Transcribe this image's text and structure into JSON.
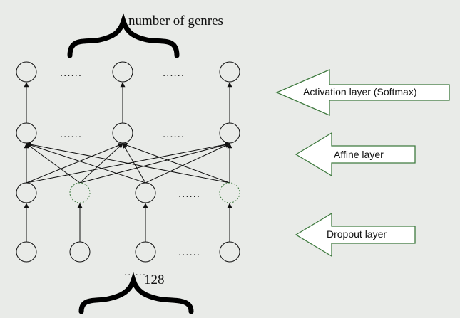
{
  "labels": {
    "top_brace": "number of genres",
    "bottom_brace": "128"
  },
  "ellipsis": {
    "row": "......",
    "below_input": "......"
  },
  "layer_arrows": [
    {
      "label": "Activation layer (Softmax)"
    },
    {
      "label": "Affine layer"
    },
    {
      "label": "Dropout layer"
    }
  ],
  "colors": {
    "background": "#e9ebe8",
    "line": "#111111",
    "dropped_neuron": "#3f7a3f",
    "arrow_outline": "#3f7a3f",
    "arrow_fill": "#ffffff"
  }
}
